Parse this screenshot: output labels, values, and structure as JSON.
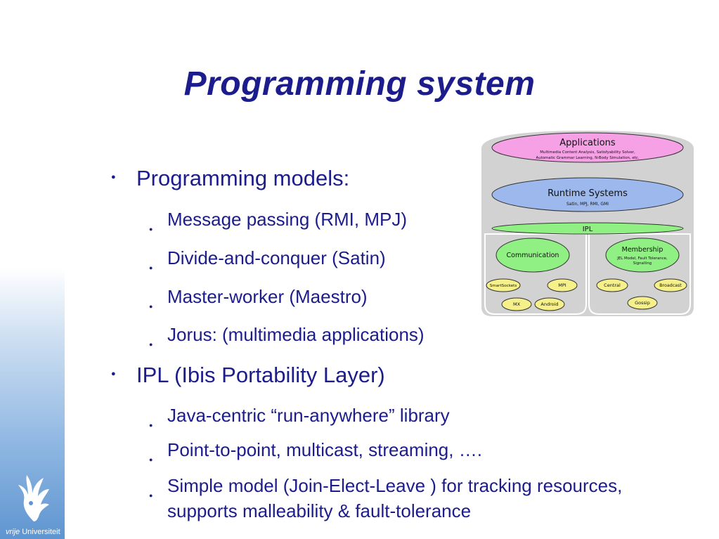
{
  "slide": {
    "title": "Programming system"
  },
  "bullets": {
    "b1": "Programming models:",
    "b1_1": "Message passing (RMI, MPJ)",
    "b1_2": "Divide-and-conquer (Satin)",
    "b1_3": "Master-worker (Maestro)",
    "b1_4": "Jorus: (multimedia applications)",
    "b2": "IPL (Ibis Portability Layer)",
    "b2_1": "Java-centric “run-anywhere” library",
    "b2_2": "Point-to-point, multicast, streaming, ….",
    "b2_3_line1": "Simple model (Join-Elect-Leave ) for tracking resources,",
    "b2_3_line2": "supports malleability & fault-tolerance"
  },
  "diagram": {
    "applications": {
      "label": "Applications",
      "sub1": "Multimedia Content Analysis, Satisfyability Solver,",
      "sub2": "Automatic Grammar Learning, N-Body Simulation, etc."
    },
    "runtime": {
      "label": "Runtime Systems",
      "sub": "Satin, MPJ, RMI, GMI"
    },
    "ipl": "IPL",
    "communication": "Communication",
    "membership": {
      "label": "Membership",
      "sub1": "JEL Model, Fault Tolerance,",
      "sub2": "Signalling"
    },
    "smartsockets": "SmartSockets",
    "mpi": "MPI",
    "mx": "MX",
    "android": "Android",
    "central": "Central",
    "broadcast": "Broadcast",
    "gossip": "Gossip"
  },
  "footer": {
    "logo_italic": "vrije",
    "logo_rest": " Universiteit"
  },
  "colors": {
    "title": "#1c1c8c",
    "applications": "#f6a0e6",
    "runtime": "#9cb8ec",
    "ipl": "#90f084",
    "communication": "#90f084",
    "membership": "#90f084",
    "leaf": "#f5f08a",
    "container": "#d2d2d2"
  }
}
